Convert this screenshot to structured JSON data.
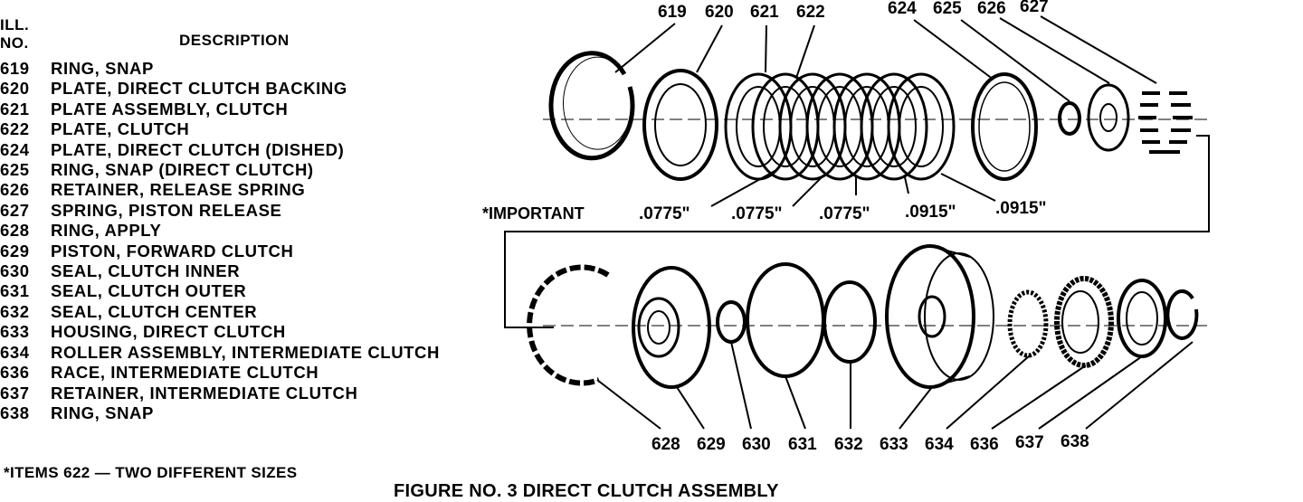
{
  "header": {
    "ill_line1": "ILL.",
    "ill_line2": "NO.",
    "description": "DESCRIPTION"
  },
  "parts": [
    {
      "no": "619",
      "desc": "RING, SNAP"
    },
    {
      "no": "620",
      "desc": "PLATE, DIRECT CLUTCH BACKING"
    },
    {
      "no": "621",
      "desc": "PLATE ASSEMBLY, CLUTCH"
    },
    {
      "no": "622",
      "desc": "PLATE, CLUTCH"
    },
    {
      "no": "624",
      "desc": "PLATE, DIRECT CLUTCH (DISHED)"
    },
    {
      "no": "625",
      "desc": "RING, SNAP (DIRECT CLUTCH)"
    },
    {
      "no": "626",
      "desc": "RETAINER, RELEASE SPRING"
    },
    {
      "no": "627",
      "desc": "SPRING, PISTON RELEASE"
    },
    {
      "no": "628",
      "desc": "RING, APPLY"
    },
    {
      "no": "629",
      "desc": "PISTON, FORWARD CLUTCH"
    },
    {
      "no": "630",
      "desc": "SEAL, CLUTCH INNER"
    },
    {
      "no": "631",
      "desc": "SEAL, CLUTCH OUTER"
    },
    {
      "no": "632",
      "desc": "SEAL, CLUTCH CENTER"
    },
    {
      "no": "633",
      "desc": "HOUSING, DIRECT CLUTCH"
    },
    {
      "no": "634",
      "desc": "ROLLER ASSEMBLY, INTERMEDIATE CLUTCH"
    },
    {
      "no": "636",
      "desc": "RACE, INTERMEDIATE CLUTCH"
    },
    {
      "no": "637",
      "desc": "RETAINER, INTERMEDIATE CLUTCH"
    },
    {
      "no": "638",
      "desc": "RING, SNAP"
    }
  ],
  "diagram": {
    "top_labels": [
      "619",
      "620",
      "621",
      "622",
      "624",
      "625",
      "626",
      "627"
    ],
    "bottom_labels": [
      "628",
      "629",
      "630",
      "631",
      "632",
      "633",
      "634",
      "636",
      "637",
      "638"
    ],
    "important": "*IMPORTANT",
    "sizes": [
      ".0775\"",
      ".0775\"",
      ".0775\"",
      ".0915\"",
      ".0915\""
    ]
  },
  "footnote": "*ITEMS 622 — TWO DIFFERENT SIZES",
  "caption": "FIGURE NO. 3 DIRECT CLUTCH ASSEMBLY"
}
